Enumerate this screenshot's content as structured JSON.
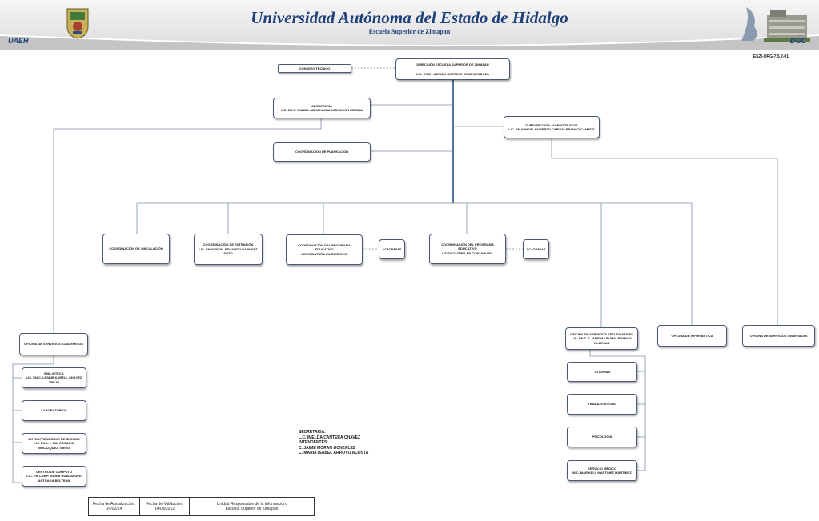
{
  "header": {
    "title": "Universidad Autónoma del Estado de Hidalgo",
    "subtitle": "Escuela Superior de Zimapan",
    "left_tag": "UAEH",
    "right_tag": "DGC",
    "left_logo": "uaeh-seal-icon",
    "right_logo": "campus-building-icon"
  },
  "doc_code": "ESZI-ORG-7.5.2-01",
  "org": {
    "consejo": "CONSEJO TÉCNICO",
    "direccion": [
      "DIRECCIÓN ESCUELA SUPERIOR DE ZIMAPAN",
      "LIC. EN D . ADRIÁN GUSTAVO CRUZ MENDOZA"
    ],
    "secretaria": [
      "SECRETARÍA",
      "LIC. EN D. DANIEL ABRAHAM MONDRAGON MEDINA"
    ],
    "subdireccion": [
      "SUBDIRECCIÓN ADMINISTRATIVA",
      "LIC. EN ADMON. ROBERTO CARLOS FRANCO CAMPOS"
    ],
    "planeacion": "COORDINACIÓN DE PLANEACIÓN",
    "vinculacion": "COORDINACIÓN DE VINCULACIÓN",
    "extension": [
      "COORDINACIÓN DE EXTENSIÓN",
      "LIC. EN ADMON. EDUARDO NARVÁEZ",
      "SOTO"
    ],
    "prog_derecho": [
      "COORDINACIÓN DEL PROGRAMA",
      "EDUCATIVO",
      "LICENCIATURA EN DERECHO"
    ],
    "academias_1": "ACADEMIAS",
    "prog_contaduria": [
      "COORDINACIÓN DEL PROGRAMA",
      "EDUCATIVO",
      "LICENCIATURA EN CONTADURÍA"
    ],
    "academias_2": "ACADEMIAS",
    "serv_academicos": "OFICINA DE SERVICIOS ACADÉMICOS",
    "biblioteca": [
      "BIBLIOTECA",
      "LIC. EN C. LESBIE KARELL CHÁVEZ",
      "TREJO"
    ],
    "laboratorios": "LABORATORIOS",
    "idiomas": [
      "AUTOAPRENDIZAJE DE IDIOMAS",
      "LIC. EN L. I.  MA. ROSARIO",
      "NOLÁZQUEZ TREJO"
    ],
    "computo": [
      "CENTRO DE CÓMPUTO",
      "LIC. EN COMP. MARÍA GUADALUPE",
      "ARTEAGA BELTRAN"
    ],
    "serv_estudiantiles": [
      "OFICINA  DE SERVICIOS ESTUDIANTILES",
      "LIC. EN T. S.  MARTHA ELENA FRANCO",
      "VILLEGAS"
    ],
    "tutorias": "TUTORÍAS",
    "trabajo_social": "TRABAJO SOCIAL",
    "psicologia": "PSICOLOGÍA",
    "servicio_medico": [
      "SERVICIO MÉDICO",
      "M.C. MARIKELY MARTINEZ MARTINEZ"
    ],
    "informatica": "OFICINA  DE INFORMÁTICA",
    "serv_generales": "OFICINA  DE SERVICIOS GENERALES"
  },
  "note": [
    "SECRETARIA:",
    "L.C. IMELDA CANTERA CHAVEZ",
    "INTENDENTES:",
    "C. JAIME MORAN GONZALEZ",
    "C. MARIA ISABEL ARROYO ACOSTA"
  ],
  "footer": {
    "actualizacion_label": "Fecha de Actualización:",
    "actualizacion_value": "14/02/14",
    "validacion_label": "Fecha de Validación:",
    "validacion_value": "14/03/2012",
    "unidad_label": "Unidad Responsable de la Información:",
    "unidad_value": "Escuela Superior de Zimapan"
  },
  "colors": {
    "header_blue": "#1d3f7a",
    "line_blue": "#2d4f86",
    "connector_gray": "#7c8da8"
  }
}
